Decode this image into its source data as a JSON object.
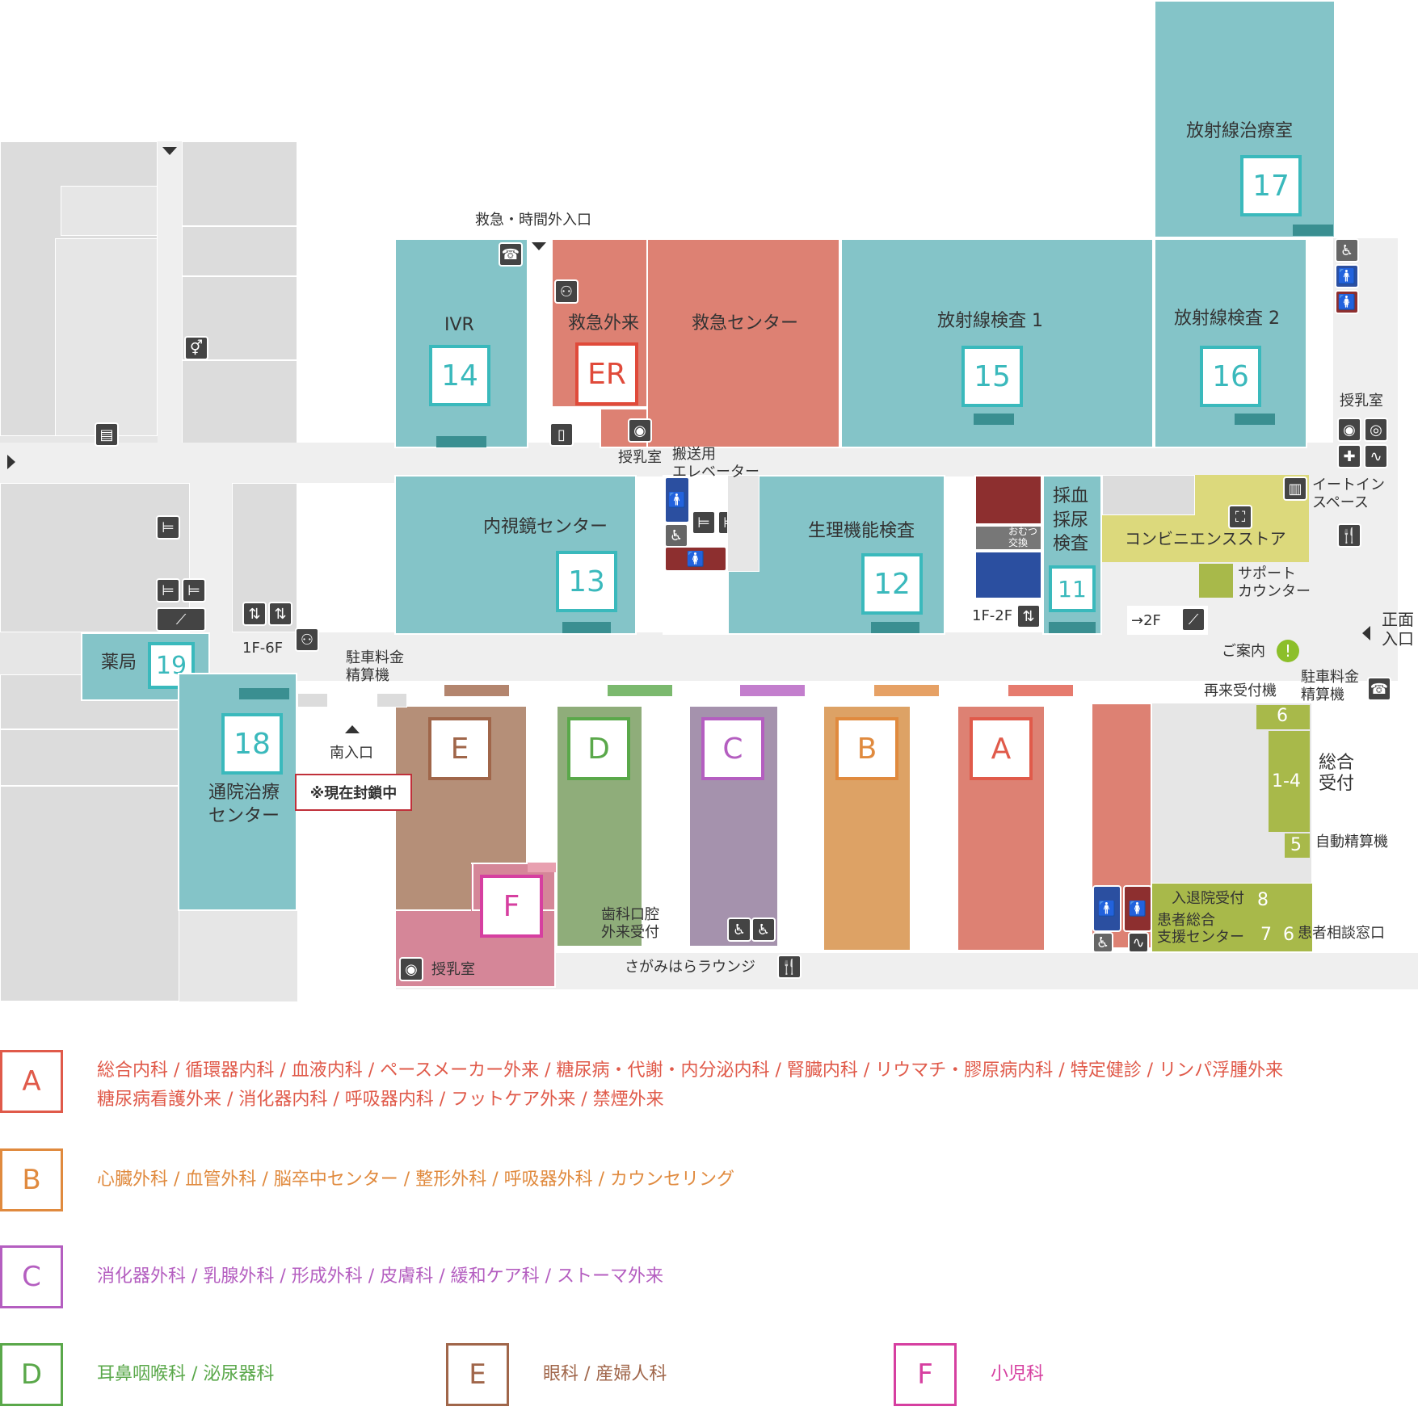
{
  "colors": {
    "teal": "#84c4c8",
    "teal_num": "#3ab9bc",
    "salmon": "#dd8173",
    "er_red": "#e04a3a",
    "gray": "#e6e6e6",
    "green": "#a8b94a",
    "yellow": "#dcd97c",
    "A": "#e05a4a",
    "B": "#e08a3e",
    "C": "#b45ec0",
    "D": "#5aa84a",
    "E": "#a0664a",
    "F": "#d63fa0"
  },
  "rooms": {
    "rad_therapy": {
      "label": "放射線治療室",
      "num": "17"
    },
    "ivr": {
      "label": "IVR",
      "num": "14"
    },
    "er_out": {
      "label": "救急外来",
      "num": "ER"
    },
    "er_center": {
      "label": "救急センター"
    },
    "rad1": {
      "label": "放射線検査 1",
      "num": "15"
    },
    "rad2": {
      "label": "放射線検査 2",
      "num": "16"
    },
    "endo": {
      "label": "内視鏡センター",
      "num": "13"
    },
    "physio": {
      "label": "生理機能検査",
      "num": "12"
    },
    "blood": {
      "label_lines": [
        "採血",
        "採尿",
        "検査"
      ],
      "num": "11"
    },
    "pharmacy": {
      "label": "薬局",
      "num": "19"
    },
    "outpatient": {
      "label_lines": [
        "通院治療",
        "センター"
      ],
      "num": "18"
    },
    "conv": {
      "label": "コンビニエンスストア"
    }
  },
  "labels": {
    "emergency_entrance": "救急・時間外入口",
    "nursing1": "授乳室",
    "transport_elev": [
      "搬送用",
      "エレベーター"
    ],
    "nursing_top": "授乳室",
    "eatin": [
      "イートイン",
      "スペース"
    ],
    "support": [
      "サポート",
      "カウンター"
    ],
    "front_entrance": [
      "正面",
      "入口"
    ],
    "to2f": "→2F",
    "guide": "ご案内",
    "parking_right": [
      "駐車料金",
      "精算機"
    ],
    "reception_machine": "再来受付機",
    "general_reception": [
      "総合",
      "受付"
    ],
    "auto_pay": "自動精算機",
    "admission": "入退院受付",
    "patient_support": [
      "患者総合",
      "支援センター"
    ],
    "consult": "患者相談窓口",
    "dental": [
      "歯科口腔",
      "外来受付"
    ],
    "lounge": "さがみはらラウンジ",
    "nursing_f": "授乳室",
    "south_entrance": "南入口",
    "closed": "※現在封鎖中",
    "parking_left": [
      "駐車料金",
      "精算機"
    ],
    "elev_1f6f": "1F-6F",
    "elev_1f2f": "1F-2F",
    "diaper": [
      "おむつ",
      "交換"
    ],
    "counter6": "6",
    "counter14": "1-4",
    "counter5": "5",
    "counter8": "8",
    "counter7": "7",
    "counter6b": "6"
  },
  "depts": [
    {
      "key": "E",
      "letter": "E",
      "color": "#a0664a"
    },
    {
      "key": "D",
      "letter": "D",
      "color": "#5aa84a"
    },
    {
      "key": "C",
      "letter": "C",
      "color": "#b45ec0"
    },
    {
      "key": "B",
      "letter": "B",
      "color": "#e08a3e"
    },
    {
      "key": "A",
      "letter": "A",
      "color": "#e05a4a"
    },
    {
      "key": "F",
      "letter": "F",
      "color": "#d63fa0"
    }
  ],
  "legend": [
    {
      "letter": "A",
      "lines": [
        "総合内科 / 循環器内科 / 血液内科 / ペースメーカー外来 / 糖尿病・代謝・内分泌内科 / 腎臓内科 / リウマチ・膠原病内科 / 特定健診 / リンパ浮腫外来",
        "糖尿病看護外来 / 消化器内科 / 呼吸器内科 / フットケア外来 / 禁煙外来"
      ]
    },
    {
      "letter": "B",
      "lines": [
        "心臓外科 / 血管外科 / 脳卒中センター / 整形外科 / 呼吸器外科 / カウンセリング"
      ]
    },
    {
      "letter": "C",
      "lines": [
        "消化器外科 / 乳腺外科 / 形成外科 / 皮膚科 / 緩和ケア科 / ストーマ外来"
      ]
    },
    {
      "letter": "D",
      "lines": [
        "耳鼻咽喉科 / 泌尿器科"
      ]
    },
    {
      "letter": "E",
      "lines": [
        "眼科 / 産婦人科"
      ]
    },
    {
      "letter": "F",
      "lines": [
        "小児科"
      ]
    }
  ]
}
